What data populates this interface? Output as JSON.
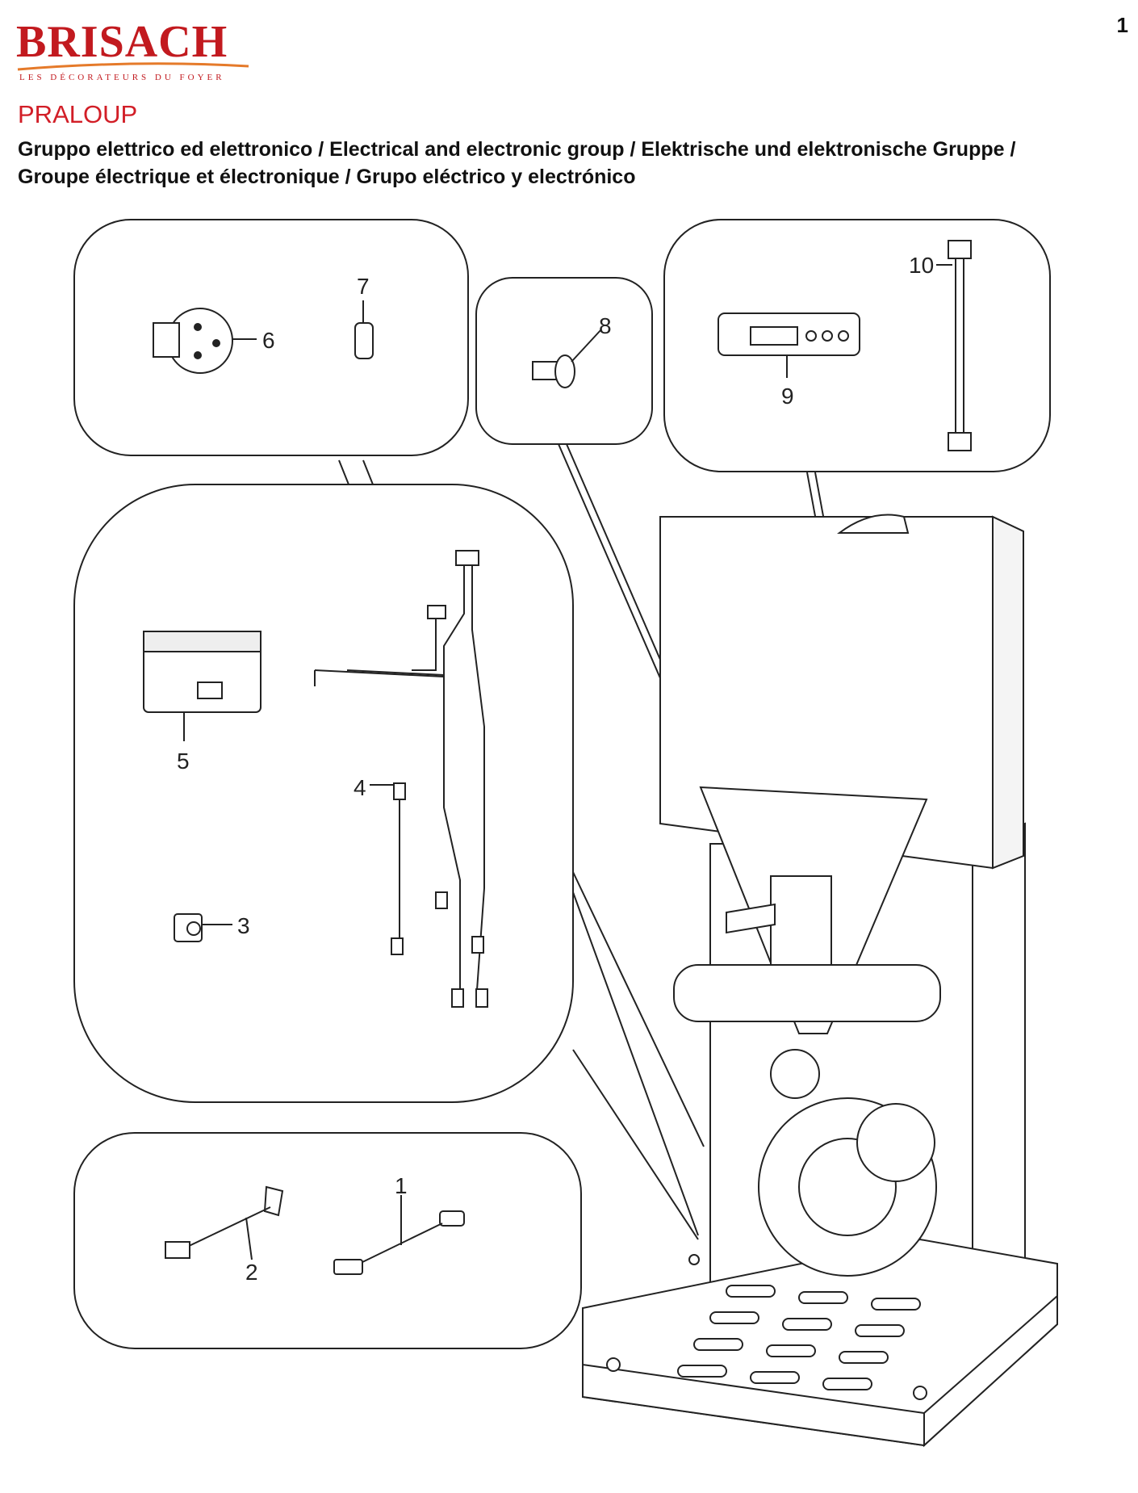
{
  "brand": {
    "name": "BRISACH",
    "tagline": "LES DÉCORATEURS DU FOYER"
  },
  "page_number": "1",
  "model": "PRALOUP",
  "subtitle_line1": "Gruppo elettrico ed elettronico / Electrical and electronic group / Elektrische und elektronische Gruppe /",
  "subtitle_line2": "Groupe électrique et électronique / Grupo eléctrico y electrónico",
  "callouts": [
    "1",
    "2",
    "3",
    "4",
    "5",
    "6",
    "7",
    "8",
    "9",
    "10"
  ]
}
